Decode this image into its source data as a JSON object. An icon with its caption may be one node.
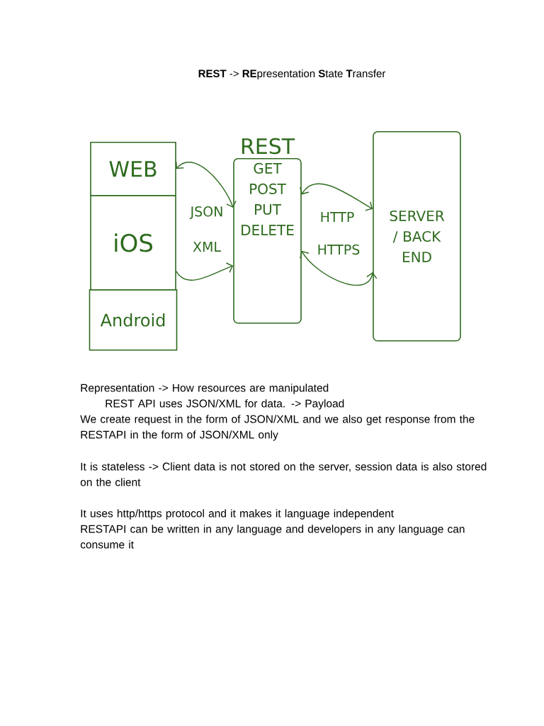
{
  "diagram": {
    "title": "**REST** -> **RE**presentation **S**tate **T**ransfer",
    "nodes": [
      {
        "text": [
          "WEB"
        ]
      },
      {
        "text": [
          "iOS"
        ]
      },
      {
        "text": [
          "Android"
        ]
      },
      {
        "text": [
          "REST",
          "GET POST PUT DELETE"
        ]
      },
      {
        "text": [
          "SERVER / BACK END"
        ]
      }
    ],
    "edges": [
      {
        "from": 0,
        "to": 3,
        "arrow": "both",
        "label": "JSON"
      },
      {
        "from": 1,
        "to": 3,
        "arrow": "to",
        "label": "XML"
      },
      {
        "from": 3,
        "to": 4,
        "arrow": "both",
        "label": "HTTP"
      },
      {
        "from": 3,
        "to": 4,
        "arrow": "both",
        "label": "HTTPS"
      }
    ],
    "labels": [
      "Representation -> How resources are manipulated",
      "REST API uses JSON/XML for data. -> Payload",
      "We create request in the form of JSON/XML and we also get response from the RESTAPI in the form of JSON/XML only",
      "It is stateless -> Client data is not stored on the server, session data is also stored on the client",
      "It uses http/https protocol and it makes it language independent",
      "RESTAPI can be written in any language and developers in any language can consume it"
    ]
  }
}
